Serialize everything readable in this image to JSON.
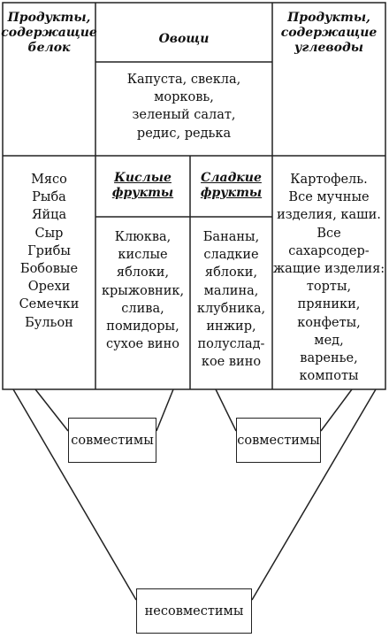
{
  "table": {
    "protein": {
      "title_lines": [
        "Продукты,",
        "содержащие",
        "белок"
      ],
      "items": [
        "Мясо",
        "Рыба",
        "Яйца",
        "Сыр",
        "Грибы",
        "Бобовые",
        "Орехи",
        "Семечки",
        "Бульон"
      ]
    },
    "vegetables": {
      "title": "Овощи",
      "items": [
        "Капуста, свекла,",
        "морковь,",
        "зеленый салат,",
        "редис, редька"
      ]
    },
    "carbs": {
      "title_lines": [
        "Продукты,",
        "содержащие",
        "углеводы"
      ],
      "items": [
        "Картофель.",
        "Все мучные",
        "изделия, каши.",
        "Все",
        "сахарсодер-",
        "жащие изделия:",
        "торты,",
        "пряники,",
        "конфеты,",
        "мед,",
        "варенье,",
        "компоты"
      ]
    },
    "sour_fruits": {
      "title_lines": [
        "Кислые",
        "фрукты"
      ],
      "items": [
        "Клюква,",
        "кислые",
        "яблоки,",
        "крыжовник,",
        "слива,",
        "помидоры,",
        "сухое вино"
      ]
    },
    "sweet_fruits": {
      "title_lines": [
        "Сладкие",
        "фрукты"
      ],
      "items": [
        "Бананы,",
        "сладкие",
        "яблоки,",
        "малина,",
        "клубника,",
        "инжир,",
        "полуслад-",
        "кое вино"
      ]
    }
  },
  "labels": {
    "compatible_left": "совместимы",
    "compatible_right": "совместимы",
    "incompatible": "несовместимы"
  }
}
